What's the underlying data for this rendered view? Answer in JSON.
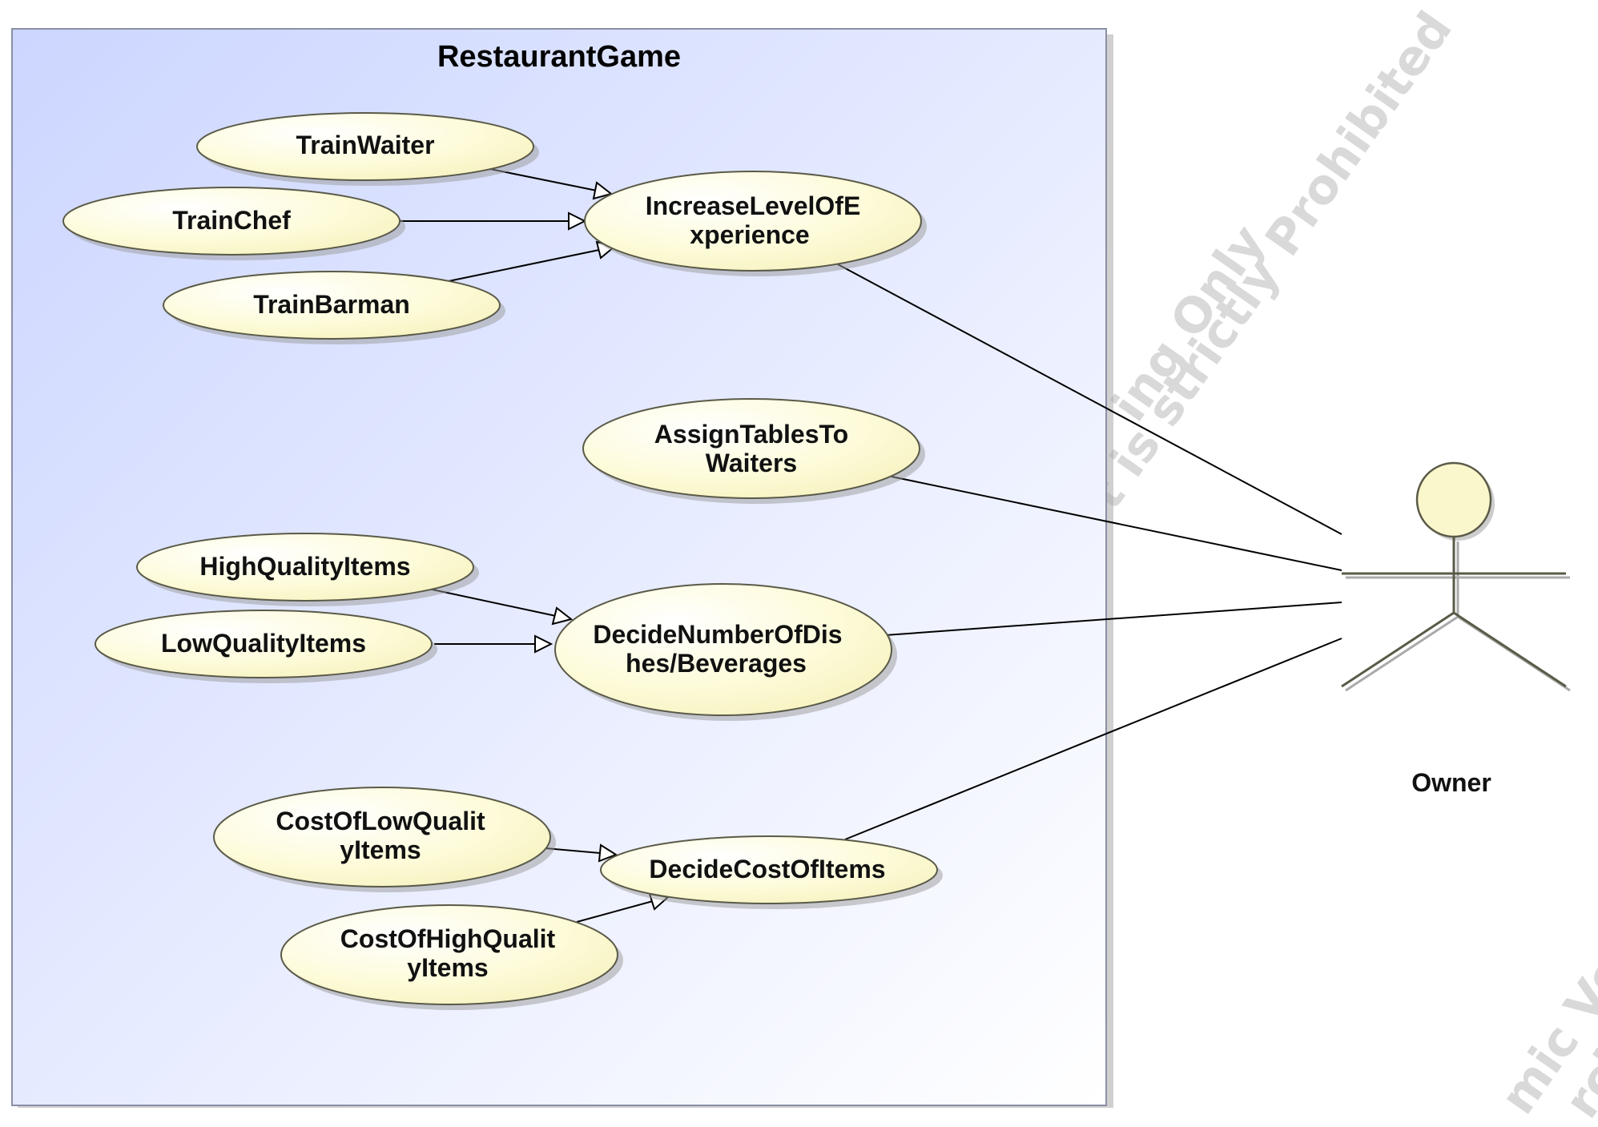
{
  "system": {
    "title": "RestaurantGame"
  },
  "actor": {
    "name": "Owner"
  },
  "use_cases": {
    "train_waiter": [
      "TrainWaiter"
    ],
    "train_chef": [
      "TrainChef"
    ],
    "train_barman": [
      "TrainBarman"
    ],
    "increase_level_of_experience": [
      "IncreaseLevelOfE",
      "xperience"
    ],
    "assign_tables_to_waiters": [
      "AssignTablesTo",
      "Waiters"
    ],
    "high_quality_items": [
      "HighQualityItems"
    ],
    "low_quality_items": [
      "LowQualityItems"
    ],
    "decide_number_of_dishes_beverages": [
      "DecideNumberOfDis",
      "hes/Beverages"
    ],
    "cost_of_low_quality_items": [
      "CostOfLowQualit",
      "yItems"
    ],
    "cost_of_high_quality_items": [
      "CostOfHighQualit",
      "yItems"
    ],
    "decide_cost_of_items": [
      "DecideCostOfItems"
    ]
  },
  "watermarks": [
    "ing Only",
    "t is strictly Prohibited",
    "mic Versio",
    "rcial D"
  ],
  "colors": {
    "use_case_fill": "#fdfbd8",
    "use_case_stroke": "#5a5a48",
    "system_gradient_start": "#ccd6ff",
    "system_gradient_end": "#ffffff",
    "actor_fill": "#fbf7cc"
  }
}
